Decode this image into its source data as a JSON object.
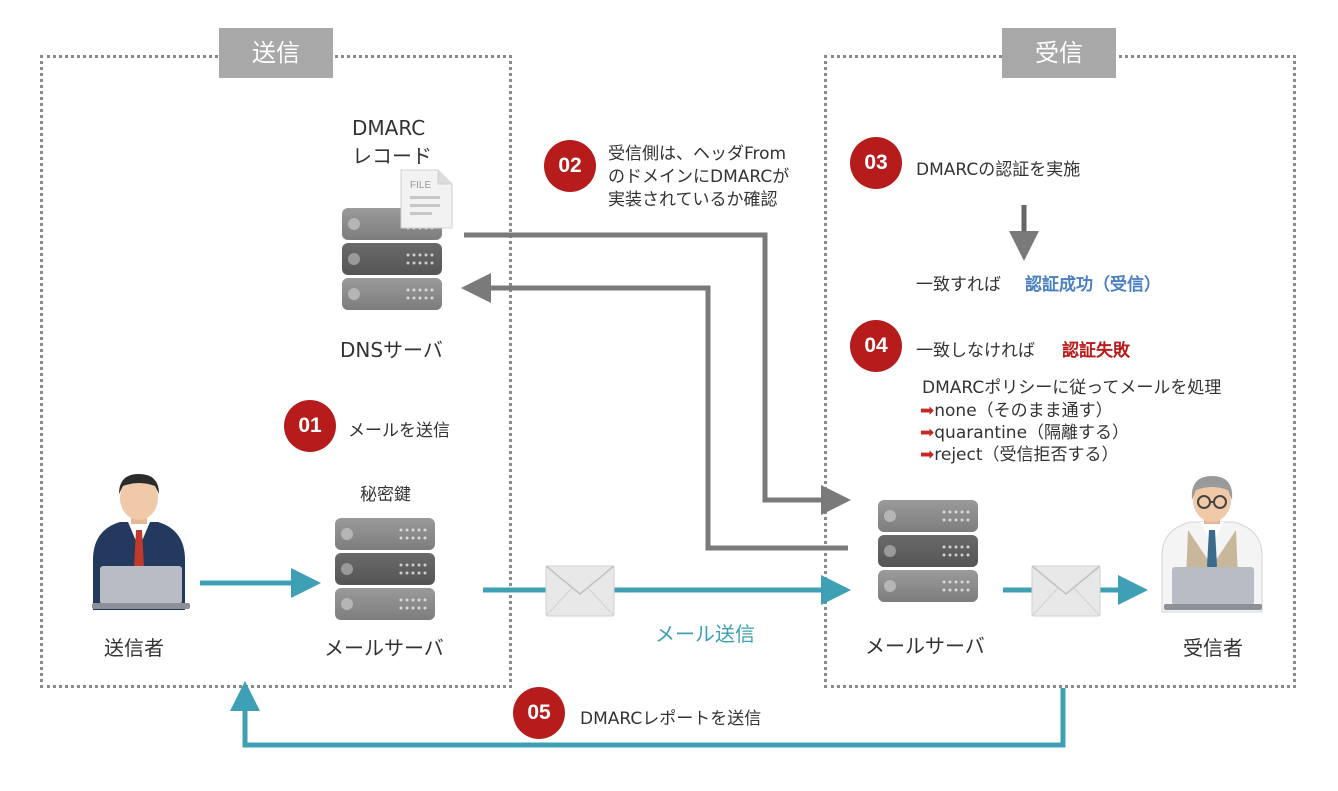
{
  "zones": {
    "send_tag": "送信",
    "receive_tag": "受信"
  },
  "dns": {
    "record_label_line1": "DMARC",
    "record_label_line2": "レコード",
    "file_text": "FILE",
    "server_label": "DNSサーバ"
  },
  "sender": {
    "person_label": "送信者",
    "key_label": "秘密鍵",
    "server_label": "メールサーバ"
  },
  "receiver": {
    "server_label": "メールサーバ",
    "person_label": "受信者"
  },
  "mail_send_label": "メール送信",
  "steps": [
    {
      "num": "01",
      "text": "メールを送信"
    },
    {
      "num": "02",
      "line1": "受信側は、ヘッダFrom",
      "line2": "のドメインにDMARCが",
      "line3": "実装されているか確認"
    },
    {
      "num": "03",
      "text": "DMARCの認証を実施",
      "result_prefix": "一致すれば",
      "result": "認証成功（受信）"
    },
    {
      "num": "04",
      "prefix": "一致しなければ",
      "result": "認証失敗",
      "policy_title": "DMARCポリシーに従ってメールを処理",
      "policies": [
        "none（そのまま通す）",
        "quarantine（隔離する）",
        "reject（受信拒否する）"
      ]
    },
    {
      "num": "05",
      "text": "DMARCレポートを送信"
    }
  ],
  "colors": {
    "teal": "#3e9fb5",
    "gray_line": "#7a7a7a",
    "step_red": "#b71c1c",
    "success_blue": "#4a7fc1"
  },
  "icons": [
    "file-icon",
    "server-icon",
    "envelope-icon",
    "person-icon",
    "laptop-icon",
    "policy-arrow-icon"
  ]
}
